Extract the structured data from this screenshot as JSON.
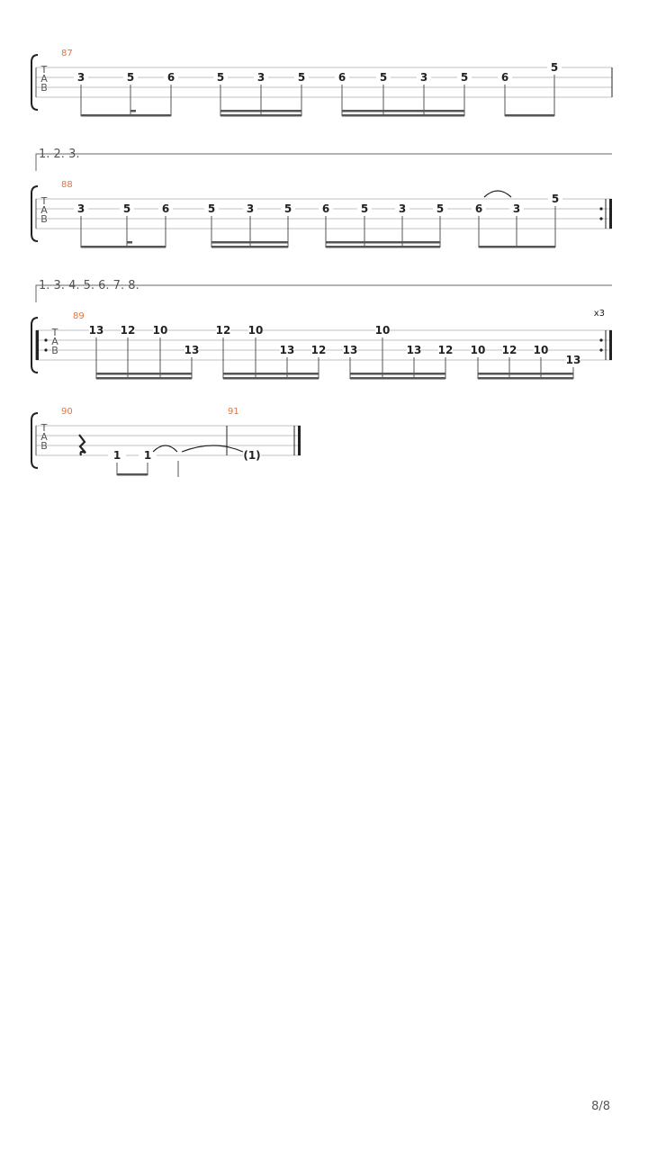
{
  "colors": {
    "measure_number": "#f07030",
    "staff_line": "#c0c0c0",
    "ink": "#222222",
    "stem": "#555555",
    "volta": "#666666"
  },
  "tab_clef": [
    "T",
    "A",
    "B"
  ],
  "page_number": "8/8",
  "systems": [
    {
      "measures": [
        "87"
      ],
      "volta": "",
      "repeat_start": false,
      "repeat_end": false,
      "repeat_count": "",
      "groups": [
        {
          "notes": [
            {
              "fret": "3",
              "string": 2
            },
            {
              "fret": "5",
              "string": 2
            },
            {
              "fret": "6",
              "string": 2
            }
          ],
          "beam_levels": 1,
          "dotted_first": true
        },
        {
          "notes": [
            {
              "fret": "5",
              "string": 2
            },
            {
              "fret": "3",
              "string": 2
            },
            {
              "fret": "5",
              "string": 2
            }
          ],
          "beam_levels": 2
        },
        {
          "notes": [
            {
              "fret": "6",
              "string": 2
            },
            {
              "fret": "5",
              "string": 2
            },
            {
              "fret": "3",
              "string": 2
            },
            {
              "fret": "5",
              "string": 2
            }
          ],
          "beam_levels": 2
        },
        {
          "notes": [
            {
              "fret": "6",
              "string": 2
            },
            {
              "fret": "5",
              "string": 1
            }
          ],
          "beam_levels": 1
        }
      ]
    },
    {
      "measures": [
        "88"
      ],
      "volta": "1. 2. 3.",
      "repeat_start": false,
      "repeat_end": true,
      "repeat_count": "",
      "groups": [
        {
          "notes": [
            {
              "fret": "3",
              "string": 2
            },
            {
              "fret": "5",
              "string": 2
            },
            {
              "fret": "6",
              "string": 2
            }
          ],
          "beam_levels": 1,
          "dotted_first": true
        },
        {
          "notes": [
            {
              "fret": "5",
              "string": 2
            },
            {
              "fret": "3",
              "string": 2
            },
            {
              "fret": "5",
              "string": 2
            }
          ],
          "beam_levels": 2
        },
        {
          "notes": [
            {
              "fret": "6",
              "string": 2
            },
            {
              "fret": "5",
              "string": 2
            },
            {
              "fret": "3",
              "string": 2
            },
            {
              "fret": "5",
              "string": 2
            }
          ],
          "beam_levels": 2
        },
        {
          "notes": [
            {
              "fret": "6",
              "string": 2
            },
            {
              "fret": "3",
              "string": 2
            },
            {
              "fret": "5",
              "string": 1
            }
          ],
          "beam_levels": 1,
          "slur_first_two": true
        }
      ]
    },
    {
      "measures": [
        "89"
      ],
      "volta": "1. 3. 4. 5. 6. 7. 8.",
      "repeat_start": true,
      "repeat_end": true,
      "repeat_count": "x3",
      "groups": [
        {
          "notes": [
            {
              "fret": "13",
              "string": 1
            },
            {
              "fret": "12",
              "string": 1
            },
            {
              "fret": "10",
              "string": 1
            },
            {
              "fret": "13",
              "string": 3
            }
          ],
          "beam_levels": 2
        },
        {
          "notes": [
            {
              "fret": "12",
              "string": 1
            },
            {
              "fret": "10",
              "string": 1
            },
            {
              "fret": "13",
              "string": 3
            },
            {
              "fret": "12",
              "string": 3
            }
          ],
          "beam_levels": 2
        },
        {
          "notes": [
            {
              "fret": "13",
              "string": 3
            },
            {
              "fret": "10",
              "string": 1
            },
            {
              "fret": "13",
              "string": 3
            },
            {
              "fret": "12",
              "string": 3
            }
          ],
          "beam_levels": 2
        },
        {
          "notes": [
            {
              "fret": "10",
              "string": 3
            },
            {
              "fret": "12",
              "string": 3
            },
            {
              "fret": "10",
              "string": 3
            },
            {
              "fret": "13",
              "string": 4
            }
          ],
          "beam_levels": 2
        }
      ]
    },
    {
      "measures": [
        "90",
        "91"
      ],
      "volta": "",
      "repeat_start": false,
      "repeat_end": false,
      "final_barline": true,
      "repeat_count": "",
      "rest": true,
      "ending": [
        {
          "fret": "1"
        },
        {
          "fret": "1"
        },
        {
          "fret": "(1)"
        }
      ]
    }
  ]
}
